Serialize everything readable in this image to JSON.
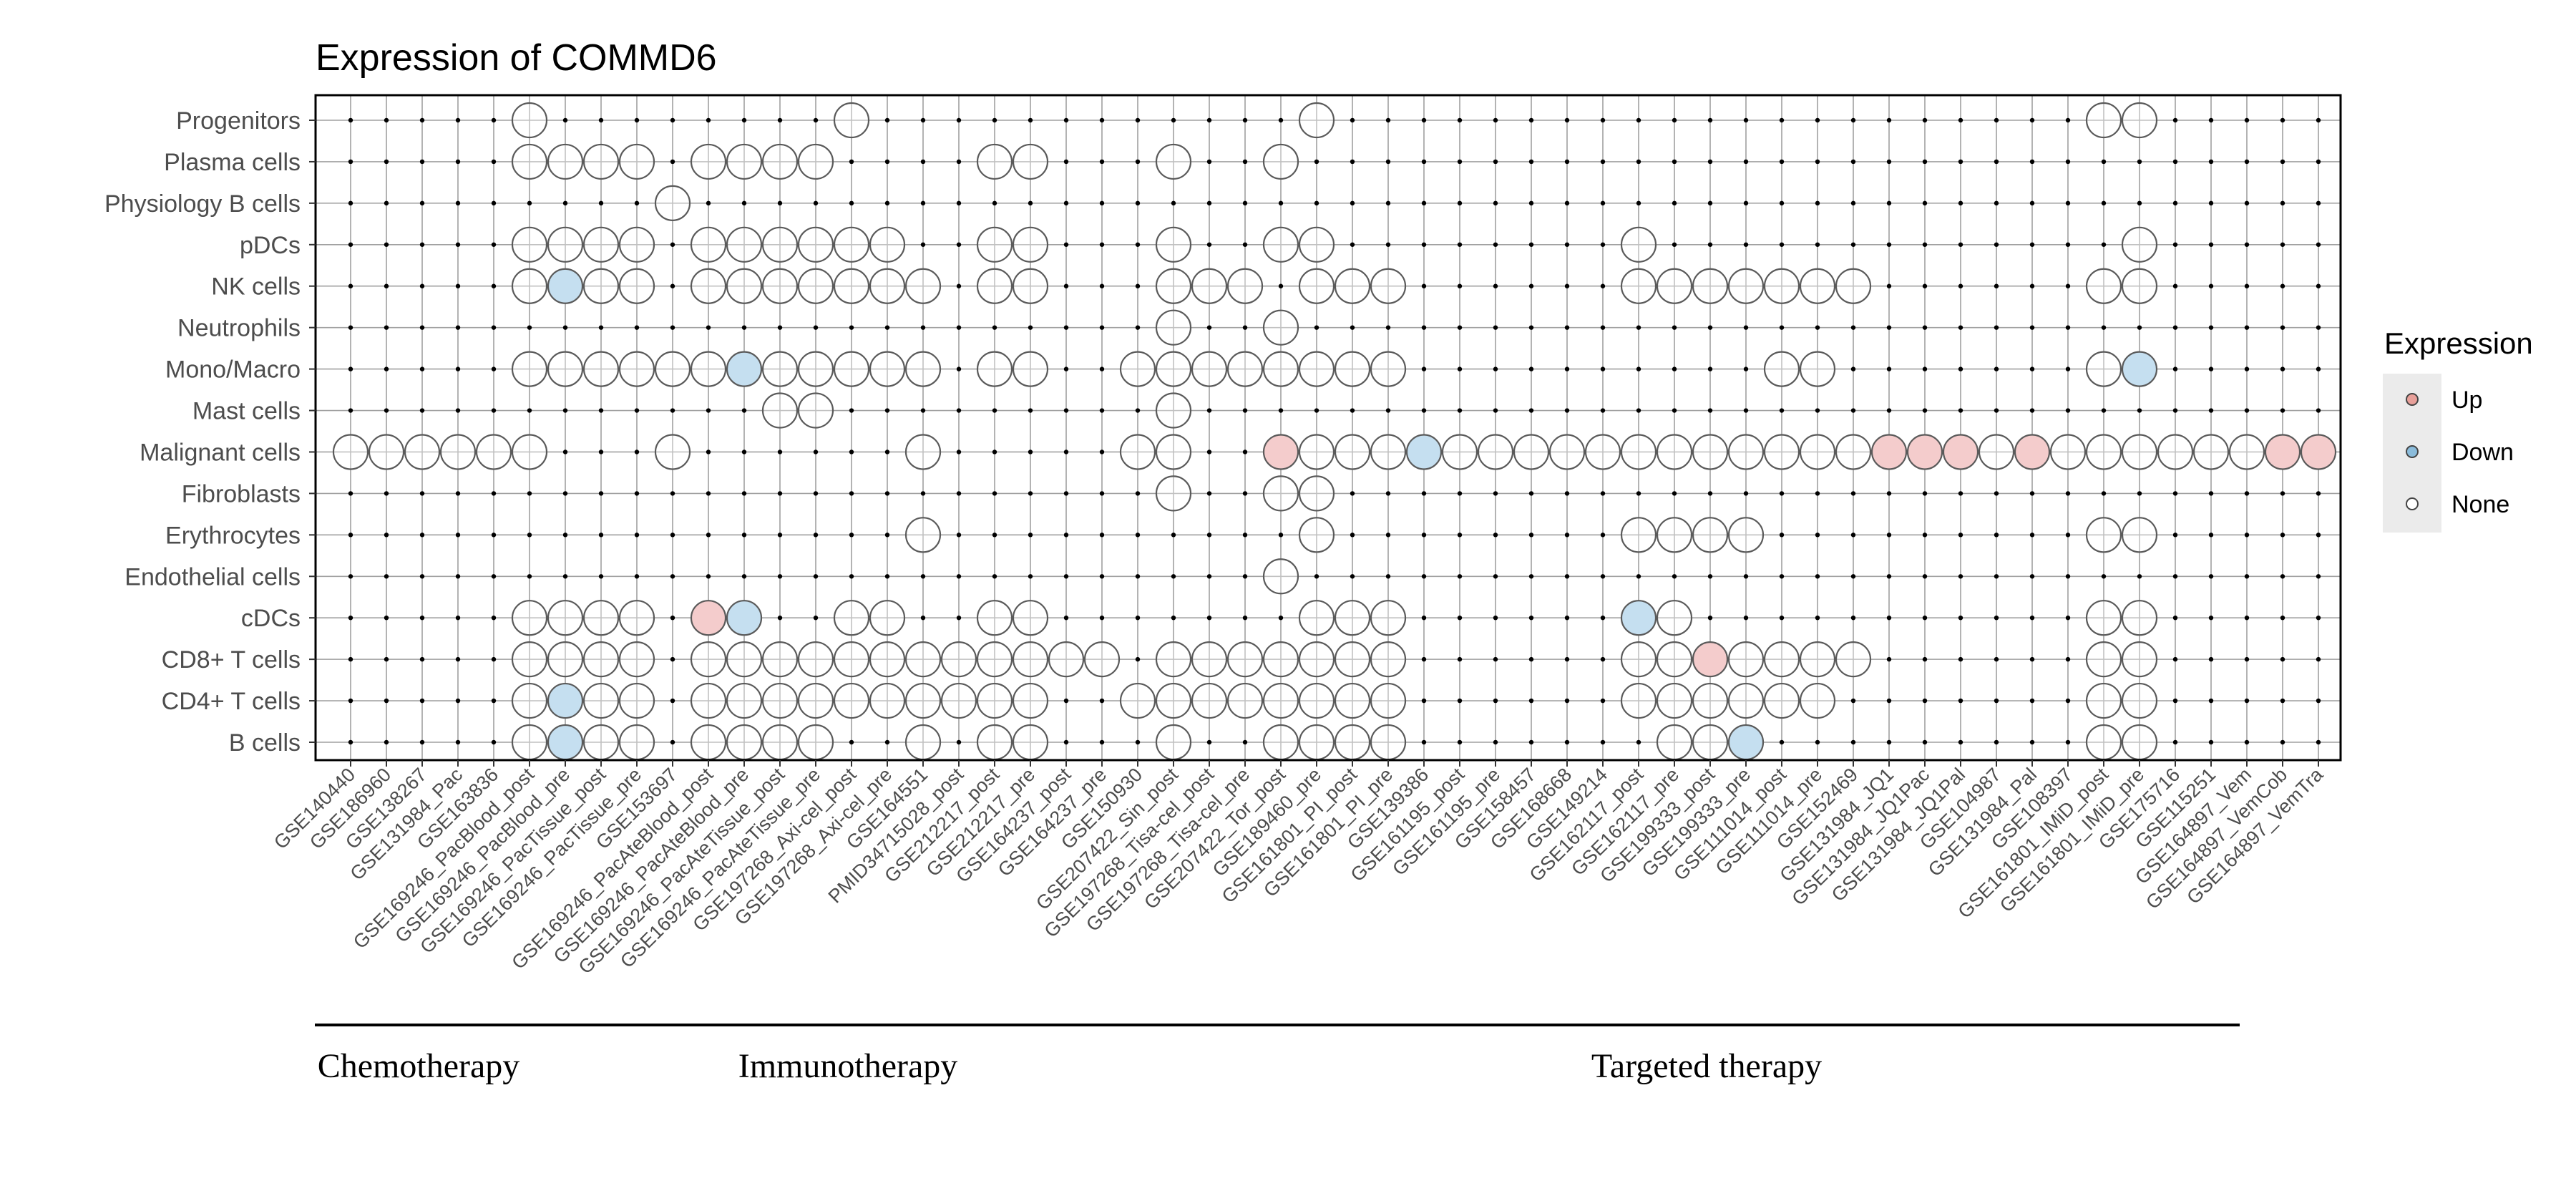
{
  "chart_data": {
    "type": "scatter",
    "title": "Expression of COMMD6",
    "datasets": [
      "GSE140440",
      "GSE186960",
      "GSE138267",
      "GSE131984_Pac",
      "GSE163836",
      "GSE169246_PacBlood_post",
      "GSE169246_PacBlood_pre",
      "GSE169246_PacTissue_post",
      "GSE169246_PacTissue_pre",
      "GSE153697",
      "GSE169246_PacAteBlood_post",
      "GSE169246_PacAteBlood_pre",
      "GSE169246_PacAteTissue_post",
      "GSE169246_PacAteTissue_pre",
      "GSE197268_Axi-cel_post",
      "GSE197268_Axi-cel_pre",
      "GSE164551",
      "PMID34715028_post",
      "GSE212217_post",
      "GSE212217_pre",
      "GSE164237_post",
      "GSE164237_pre",
      "GSE150930",
      "GSE207422_Sin_post",
      "GSE197268_Tisa-cel_post",
      "GSE197268_Tisa-cel_pre",
      "GSE207422_Tor_post",
      "GSE189460_pre",
      "GSE161801_PI_post",
      "GSE161801_PI_pre",
      "GSE139386",
      "GSE161195_post",
      "GSE161195_pre",
      "GSE158457",
      "GSE168668",
      "GSE149214",
      "GSE162117_post",
      "GSE162117_pre",
      "GSE199333_post",
      "GSE199333_pre",
      "GSE111014_post",
      "GSE111014_pre",
      "GSE152469",
      "GSE131984_JQ1",
      "GSE131984_JQ1Pac",
      "GSE131984_JQ1Pal",
      "GSE104987",
      "GSE131984_Pal",
      "GSE108397",
      "GSE161801_IMiD_post",
      "GSE161801_IMiD_pre",
      "GSE175716",
      "GSE115251",
      "GSE164897_Vem",
      "GSE164897_VemCob",
      "GSE164897_VemTra"
    ],
    "cell_types": [
      "Progenitors",
      "Plasma cells",
      "Physiology B cells",
      "pDCs",
      "NK cells",
      "Neutrophils",
      "Mono/Macro",
      "Mast cells",
      "Malignant cells",
      "Fibroblasts",
      "Erythrocytes",
      "Endothelial cells",
      "cDCs",
      "CD8+ T cells",
      "CD4+ T cells",
      "B cells"
    ],
    "points": {
      "Progenitors": {
        "none": [
          6,
          15,
          28,
          50,
          51
        ]
      },
      "Plasma cells": {
        "none": [
          6,
          7,
          8,
          9,
          11,
          12,
          13,
          14,
          19,
          20,
          24,
          27
        ]
      },
      "Physiology B cells": {
        "none": [
          10
        ]
      },
      "pDCs": {
        "none": [
          6,
          7,
          8,
          9,
          11,
          12,
          13,
          14,
          15,
          16,
          19,
          20,
          24,
          27,
          28,
          37,
          51
        ]
      },
      "NK cells": {
        "none": [
          6,
          8,
          9,
          11,
          12,
          13,
          14,
          15,
          16,
          17,
          19,
          20,
          24,
          25,
          26,
          28,
          29,
          30,
          37,
          38,
          39,
          40,
          41,
          42,
          43,
          50,
          51
        ],
        "down": [
          7
        ]
      },
      "Neutrophils": {
        "none": [
          24,
          27
        ]
      },
      "Mono/Macro": {
        "none": [
          6,
          7,
          8,
          9,
          10,
          11,
          13,
          14,
          15,
          16,
          17,
          19,
          20,
          23,
          24,
          25,
          26,
          27,
          28,
          29,
          30,
          41,
          42,
          50
        ],
        "down": [
          12,
          51
        ]
      },
      "Mast cells": {
        "none": [
          13,
          14,
          24
        ]
      },
      "Malignant cells": {
        "none": [
          1,
          2,
          3,
          4,
          5,
          6,
          10,
          17,
          23,
          24,
          28,
          29,
          30,
          32,
          33,
          34,
          35,
          36,
          37,
          38,
          39,
          40,
          41,
          42,
          43,
          47,
          49,
          50,
          51,
          52,
          53,
          54
        ],
        "up": [
          27,
          44,
          45,
          46,
          48,
          55,
          56
        ],
        "down": [
          31
        ]
      },
      "Fibroblasts": {
        "none": [
          24,
          27,
          28
        ]
      },
      "Erythrocytes": {
        "none": [
          17,
          28,
          37,
          38,
          39,
          40,
          50,
          51
        ]
      },
      "Endothelial cells": {
        "none": [
          27
        ]
      },
      "cDCs": {
        "none": [
          6,
          7,
          8,
          9,
          15,
          16,
          19,
          20,
          28,
          29,
          30,
          38,
          50,
          51
        ],
        "up": [
          11
        ],
        "down": [
          12,
          37
        ]
      },
      "CD8+ T cells": {
        "none": [
          6,
          7,
          8,
          9,
          11,
          12,
          13,
          14,
          15,
          16,
          17,
          18,
          19,
          20,
          21,
          22,
          24,
          25,
          26,
          27,
          28,
          29,
          30,
          37,
          38,
          40,
          41,
          42,
          43,
          50,
          51
        ],
        "up": [
          39
        ]
      },
      "CD4+ T cells": {
        "none": [
          6,
          8,
          9,
          11,
          12,
          13,
          14,
          15,
          16,
          17,
          18,
          19,
          20,
          23,
          24,
          25,
          26,
          27,
          28,
          29,
          30,
          37,
          38,
          39,
          40,
          41,
          42,
          50,
          51
        ],
        "down": [
          7
        ]
      },
      "B cells": {
        "none": [
          6,
          8,
          9,
          11,
          12,
          13,
          14,
          17,
          19,
          20,
          24,
          27,
          28,
          29,
          30,
          38,
          39,
          50,
          51
        ],
        "down": [
          7,
          40
        ]
      }
    },
    "groups": [
      {
        "label": "Chemotherapy",
        "from": 1,
        "to": 5
      },
      {
        "label": "Immunotherapy",
        "from": 6,
        "to": 24
      },
      {
        "label": "Targeted therapy",
        "from": 25,
        "to": 53
      }
    ],
    "legend": {
      "title": "Expression",
      "position": "right",
      "entries": [
        {
          "label": "Up",
          "fill": "#f4cccc",
          "dot": "#e8a09a"
        },
        {
          "label": "Down",
          "fill": "#c5dff0",
          "dot": "#8bbcdb"
        },
        {
          "label": "None",
          "fill": "#ffffff",
          "dot": "#ffffff"
        }
      ]
    },
    "colors": {
      "panel_border": "#000000",
      "grid": "#a0a0a0",
      "circle_stroke": "#5a5a5a",
      "legend_bg": "#ebebeb"
    }
  }
}
